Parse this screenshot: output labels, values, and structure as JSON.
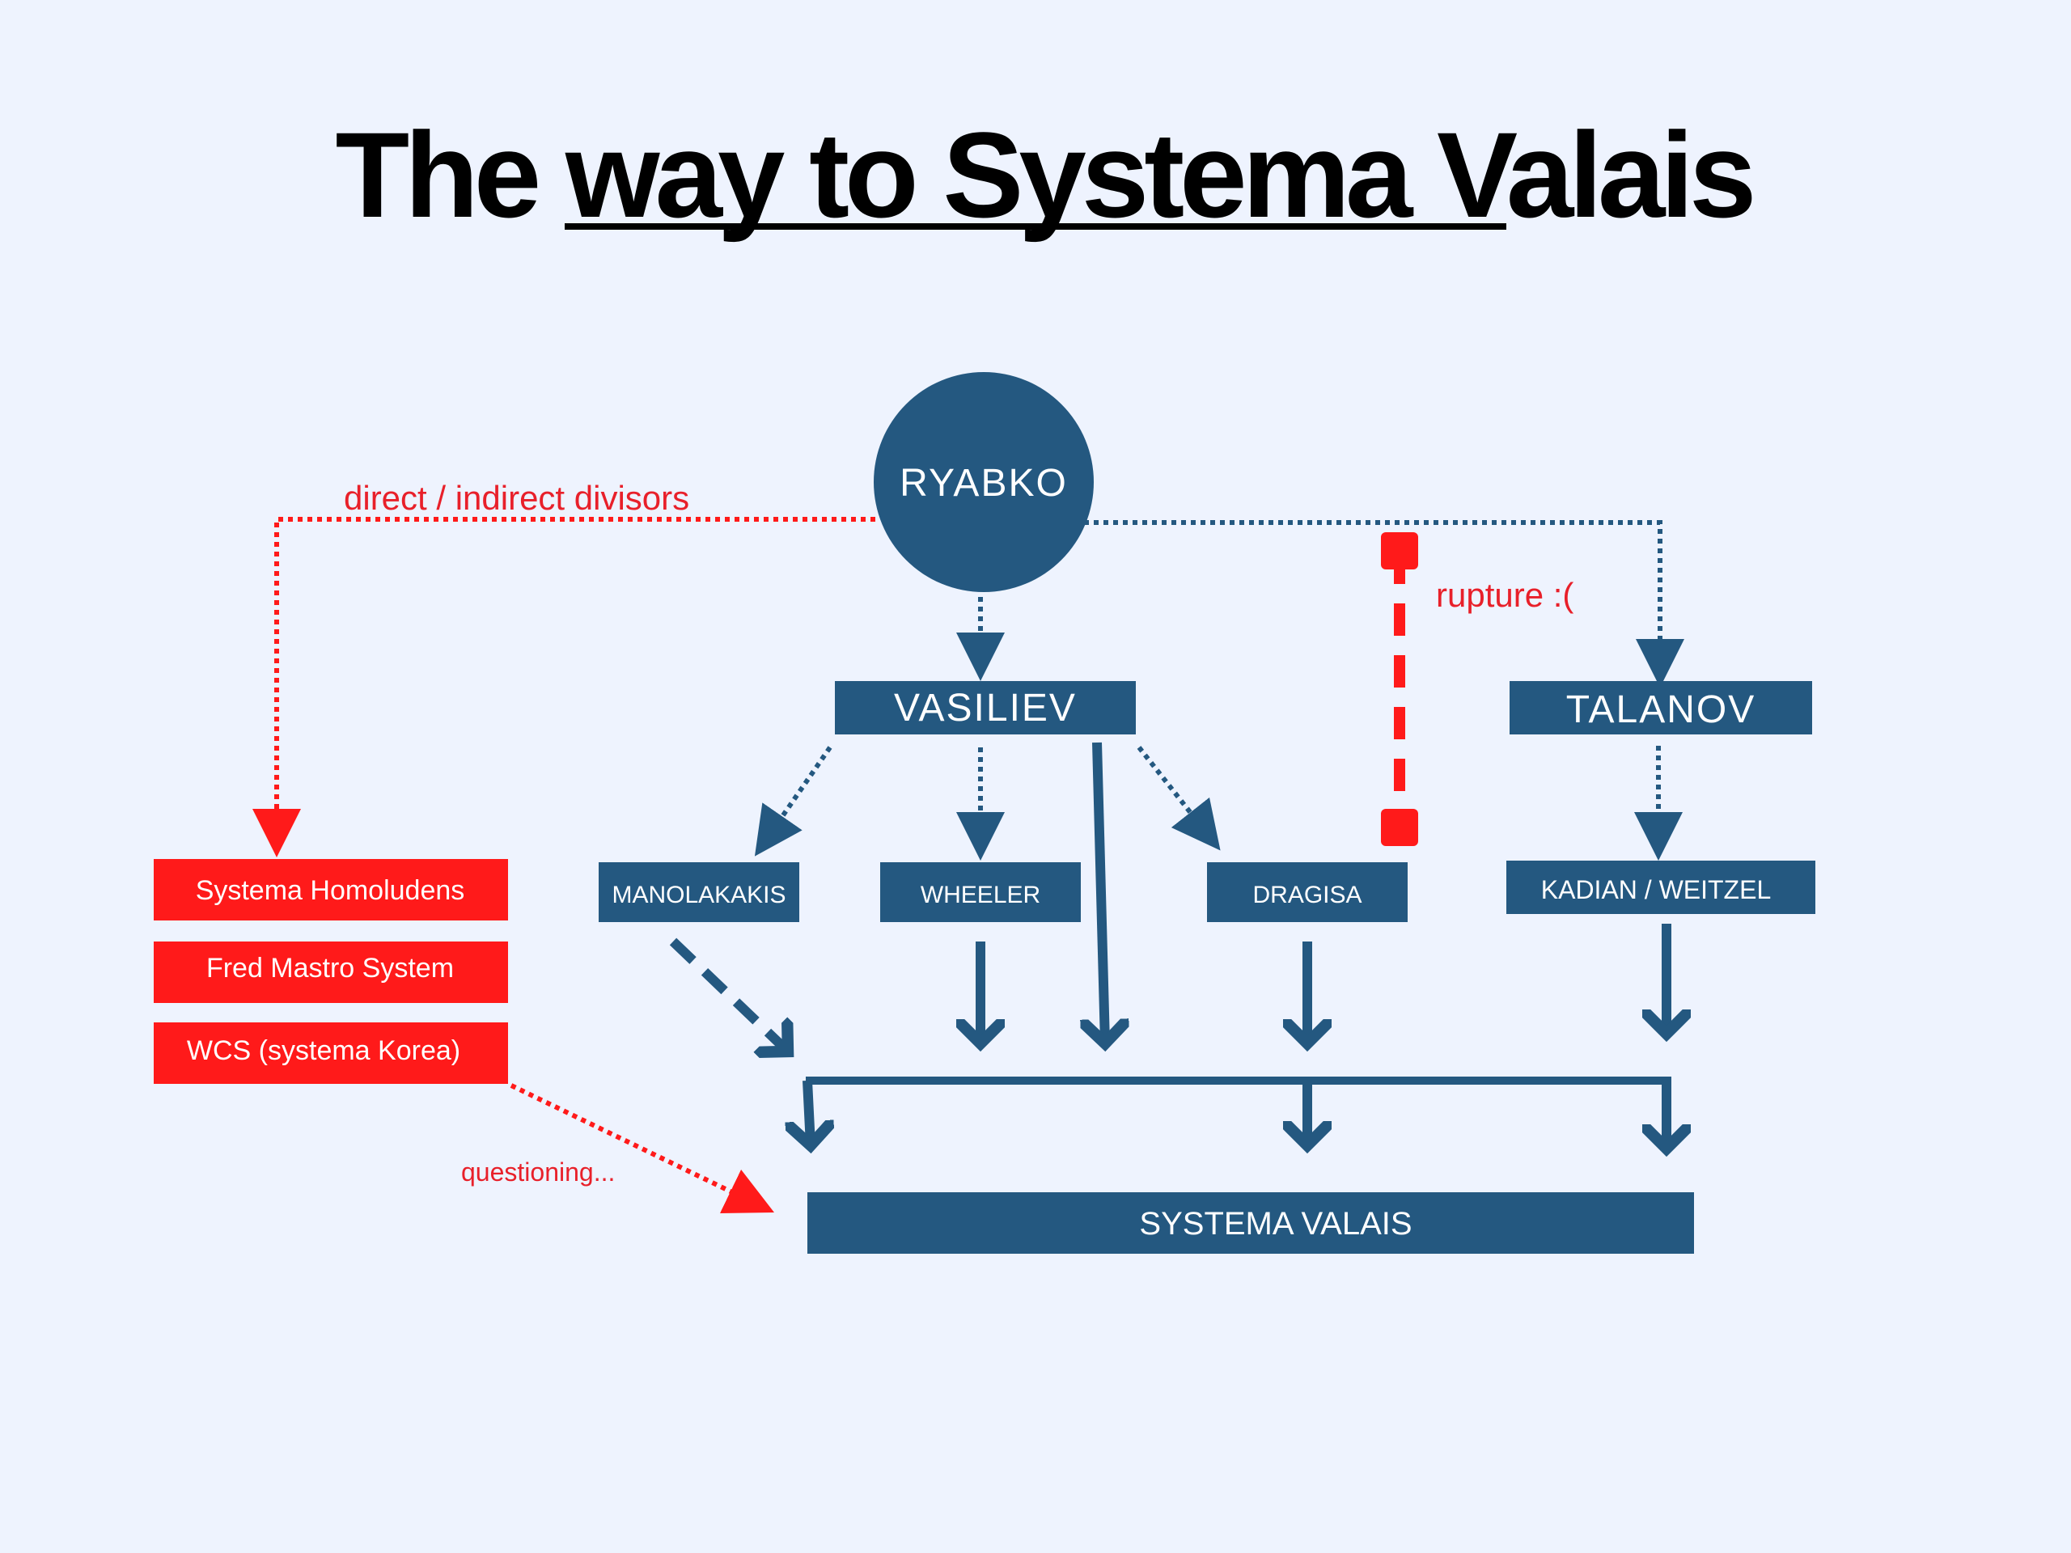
{
  "title": "The way to Systema Valais",
  "colors": {
    "background": "#eef3fe",
    "node_blue": "#245880",
    "red": "#ff1a1a",
    "red_text": "#e8202a",
    "title": "#000000"
  },
  "nodes": {
    "ryabko": "RYABKO",
    "vasiliev": "VASILIEV",
    "talanov": "TALANOV",
    "manolakakis": "MANOLAKAKIS",
    "wheeler": "WHEELER",
    "dragisa": "DRAGISA",
    "kadian_weitzel": "KADIAN / WEITZEL",
    "systema_valais": "SYSTEMA VALAIS"
  },
  "divisor_systems": [
    "Systema Homoludens",
    "Fred Mastro System",
    "WCS (systema Korea)"
  ],
  "labels": {
    "divisors": "direct / indirect divisors",
    "rupture": "rupture :(",
    "questioning": "questioning..."
  }
}
